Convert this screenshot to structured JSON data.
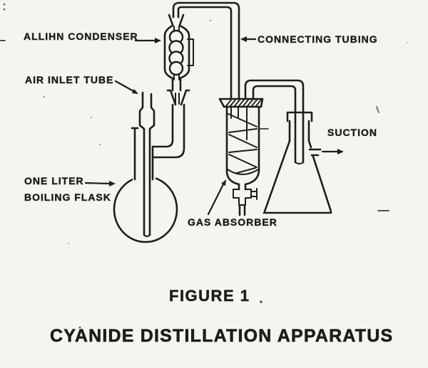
{
  "theme": {
    "ink": "#1d1d1b",
    "paper": "#f5f4f0"
  },
  "figure": {
    "caption_line1": "FIGURE 1",
    "caption_line2": "CYANIDE DISTILLATION APPARATUS"
  },
  "labels": {
    "allihn_condenser": "ALLIHN CONDENSER",
    "air_inlet_tube": "AIR INLET TUBE",
    "connecting_tubing": "CONNECTING TUBING",
    "suction": "SUCTION",
    "boiling_flask_line1": "ONE LITER",
    "boiling_flask_line2": "BOILING FLASK",
    "gas_absorber": "GAS ABSORBER"
  }
}
